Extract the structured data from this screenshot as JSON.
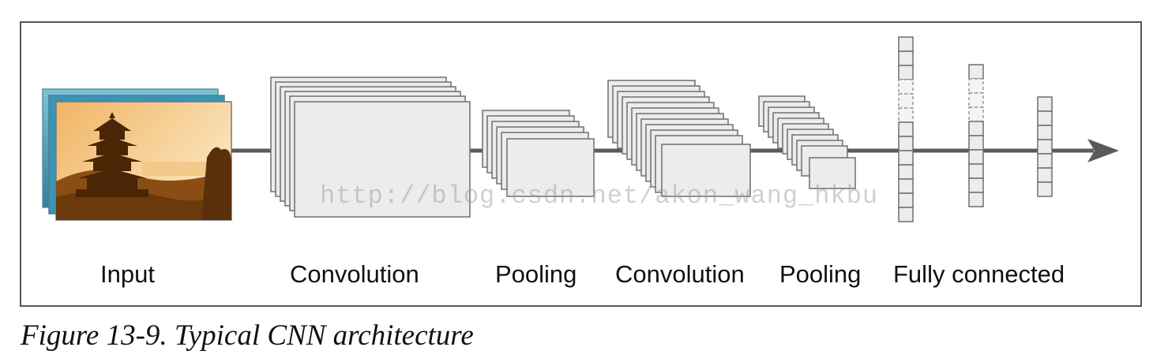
{
  "stages": {
    "input": "Input",
    "convolution_1": "Convolution",
    "pooling_1": "Pooling",
    "convolution_2": "Convolution",
    "pooling_2": "Pooling",
    "fully_connected": "Fully connected"
  },
  "caption": "Figure 13-9. Typical CNN architecture",
  "watermark": "http://blog.csdn.net/akon_wang_hkbu",
  "colors": {
    "map_fill": "#e8e8e8",
    "map_stroke": "#6f6f6f",
    "arrow": "#5a5a5a",
    "photo_sepia": "#e09a3c",
    "photo_blue_layer": "#4fa6c2"
  },
  "icons": {
    "input_image": "sepia-pagoda-photo"
  }
}
